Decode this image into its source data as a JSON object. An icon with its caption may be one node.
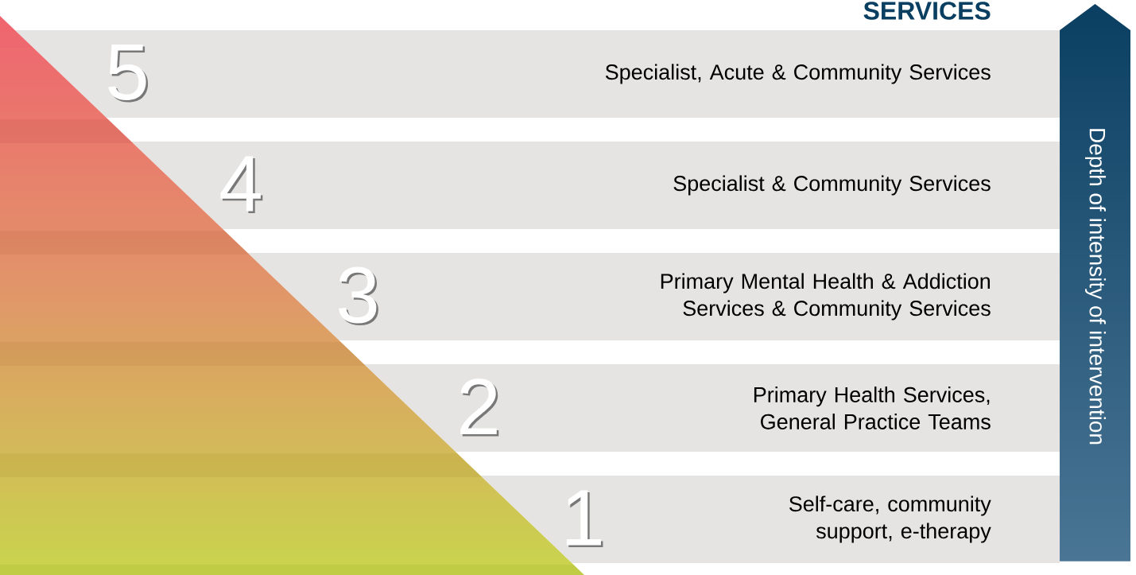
{
  "diagram": {
    "title": "SERVICES",
    "nodes": [
      {
        "text": [
          "5",
          "Specialist, Acute & Community Services"
        ]
      },
      {
        "text": [
          "4",
          "Specialist & Community Services"
        ]
      },
      {
        "text": [
          "3",
          "Primary Mental Health & Addiction Services & Community Services"
        ]
      },
      {
        "text": [
          "2",
          "Primary Health Services, General Practice Teams"
        ]
      },
      {
        "text": [
          "1",
          "Self-care, community support, e-therapy"
        ]
      },
      {
        "text": [
          "Depth of intensity of intervention"
        ]
      }
    ]
  }
}
